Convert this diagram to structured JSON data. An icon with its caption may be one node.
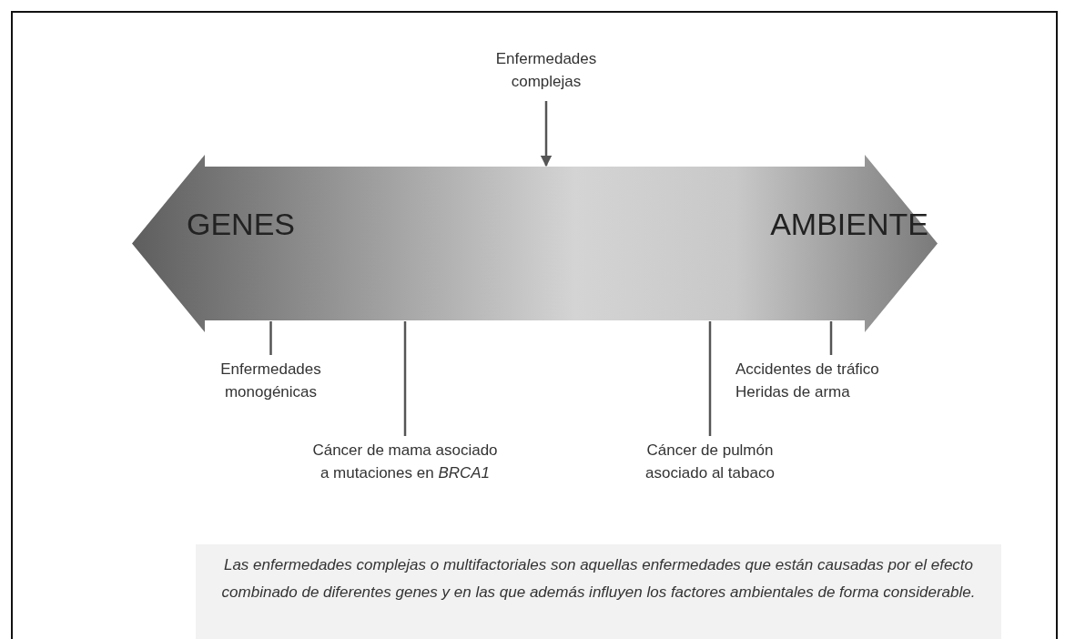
{
  "diagram": {
    "nodes": [
      {
        "text": [
          "GENES",
          "AMBIENTE"
        ]
      },
      {
        "text": [
          "Enfermedades complejas"
        ]
      },
      {
        "text": [
          "Enfermedades monogénicas"
        ]
      },
      {
        "text": [
          "Cáncer de mama asociado a mutaciones en *BRCA1*"
        ]
      },
      {
        "text": [
          "Cáncer de pulmón asociado al tabaco"
        ]
      },
      {
        "text": [
          "Accidentes de tráfico",
          "Heridas de arma"
        ]
      }
    ],
    "edges": [
      {
        "from": 1,
        "to": 0,
        "arrow": "to"
      },
      {
        "from": 2,
        "to": 0,
        "arrow": "none"
      },
      {
        "from": 3,
        "to": 0,
        "arrow": "none"
      },
      {
        "from": 4,
        "to": 0,
        "arrow": "none"
      },
      {
        "from": 5,
        "to": 0,
        "arrow": "none"
      }
    ],
    "caption": "Las enfermedades complejas o multifactoriales son aquellas enfermedades que están causadas por el efecto combinado de diferentes genes y en las que además influyen los factores ambientales de forma considerable."
  }
}
